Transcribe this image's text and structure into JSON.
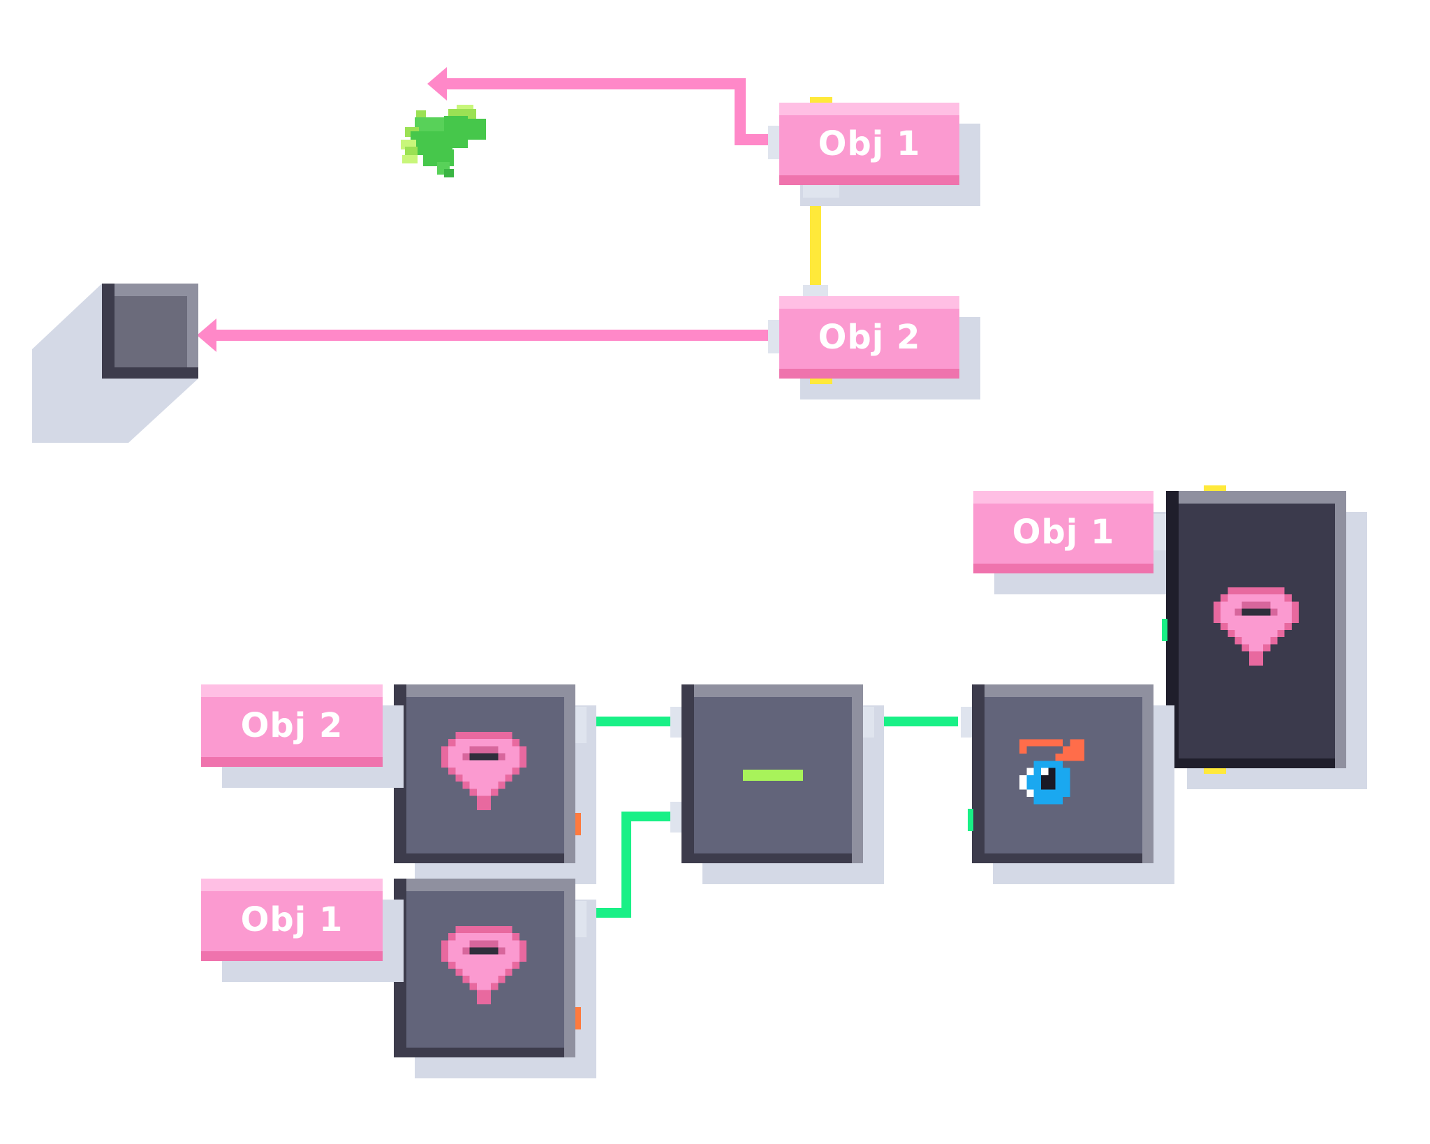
{
  "canvas": {
    "tags": [
      {
        "id": "tag_top_1",
        "label": "Obj 1"
      },
      {
        "id": "tag_top_2",
        "label": "Obj 2"
      },
      {
        "id": "tag_bottom_1_right",
        "label": "Obj 1"
      },
      {
        "id": "tag_bottom_2_left",
        "label": "Obj 2"
      },
      {
        "id": "tag_bottom_1_left",
        "label": "Obj 1"
      }
    ]
  },
  "colors": {
    "tag_fill": "#fb9ad0",
    "tag_light": "#ffbfe4",
    "tag_dark": "#ef73ad",
    "block_fill": "#62647a",
    "block_dark_fill": "#3b3a4c",
    "wire_pink": "#ff88c8",
    "wire_yellow": "#ffe93a",
    "wire_green": "#19f086",
    "port_orange": "#ff7a3d",
    "shadow": "#d4d9e6",
    "minus_bar": "#a8f35a"
  },
  "icons": {
    "hand": "hand-cursor-icon",
    "cube": "grey-cube-icon",
    "heart_drop": "heart-drop-icon",
    "minus": "minus-icon",
    "eye": "eye-look-icon"
  }
}
